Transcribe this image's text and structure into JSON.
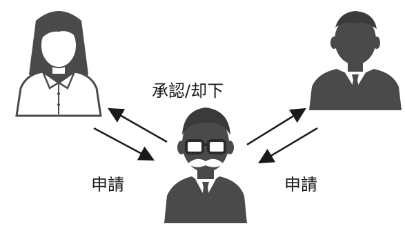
{
  "labels": {
    "approve_reject": "承認/却下",
    "request_left": "申請",
    "request_right": "申請"
  },
  "nodes": [
    {
      "id": "employee-female",
      "icon": "woman-user-icon"
    },
    {
      "id": "employee-male",
      "icon": "man-user-icon"
    },
    {
      "id": "manager",
      "icon": "manager-with-glasses-mustache-icon"
    }
  ],
  "edges": [
    {
      "from": "employee-female",
      "to": "manager",
      "label_key": "request_left"
    },
    {
      "from": "manager",
      "to": "employee-female",
      "label_key": "approve_reject"
    },
    {
      "from": "employee-male",
      "to": "manager",
      "label_key": "request_right"
    },
    {
      "from": "manager",
      "to": "employee-male",
      "label_key": "approve_reject"
    }
  ],
  "colors": {
    "figure": "#4a4a4a",
    "figure_light": "#ffffff",
    "arrow": "#1a1a1a",
    "text": "#1a1a1a"
  }
}
